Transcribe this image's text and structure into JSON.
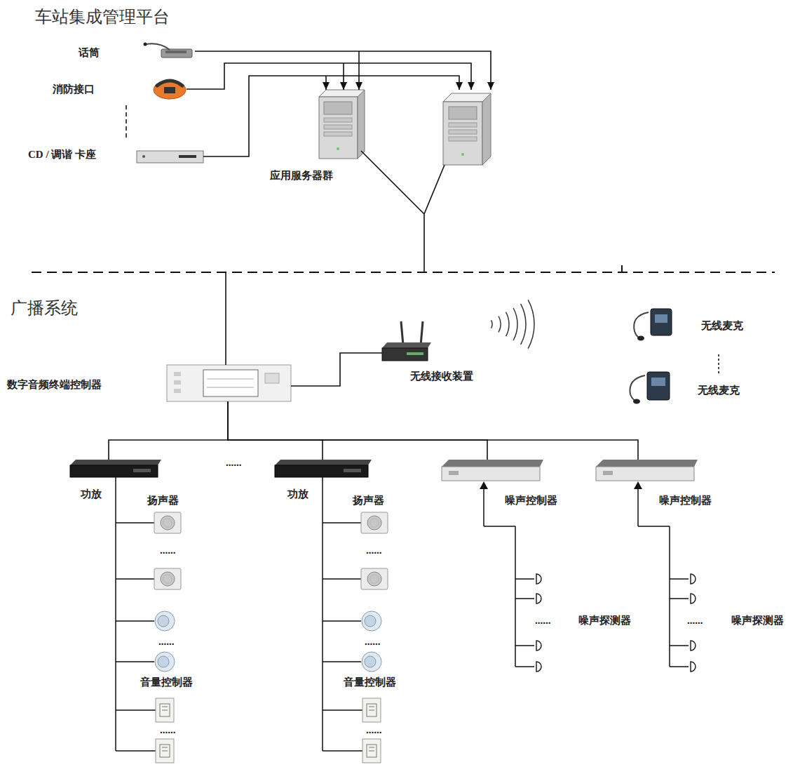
{
  "diagram": {
    "nodes": [
      {
        "text": [
          "话筒"
        ]
      },
      {
        "text": [
          "消防接口"
        ]
      },
      {
        "text": [
          "CD / 调谐 卡座"
        ]
      },
      {
        "text": [
          "应用服务器群"
        ]
      },
      {
        "text": [
          "数字音频终端控制器"
        ]
      },
      {
        "text": [
          "无线接收装置"
        ]
      },
      {
        "text": [
          "无线麦克"
        ]
      },
      {
        "text": [
          "无线麦克"
        ]
      },
      {
        "text": [
          "功放"
        ]
      },
      {
        "text": [
          "功放"
        ]
      },
      {
        "text": [
          "噪声控制器"
        ]
      },
      {
        "text": [
          "噪声控制器"
        ]
      }
    ],
    "edges": [
      {
        "from": 0,
        "to": 3,
        "arrow": "to"
      },
      {
        "from": 1,
        "to": 3,
        "arrow": "to"
      },
      {
        "from": 2,
        "to": 3,
        "arrow": "to"
      },
      {
        "from": 3,
        "to": 4,
        "arrow": "none"
      },
      {
        "from": 4,
        "to": 5,
        "arrow": "none"
      },
      {
        "from": 4,
        "to": 8,
        "arrow": "none"
      },
      {
        "from": 4,
        "to": 9,
        "arrow": "none"
      },
      {
        "from": 4,
        "to": 10,
        "arrow": "none"
      },
      {
        "from": 4,
        "to": 11,
        "arrow": "none"
      }
    ],
    "labels": [
      "车站集成管理平台",
      "广播系统",
      "扬声器",
      "音量控制器",
      "扬声器",
      "音量控制器",
      "噪声探测器",
      "噪声探测器",
      "......",
      "......",
      "......",
      "......",
      "......",
      "......",
      "......",
      "......",
      "......"
    ]
  }
}
